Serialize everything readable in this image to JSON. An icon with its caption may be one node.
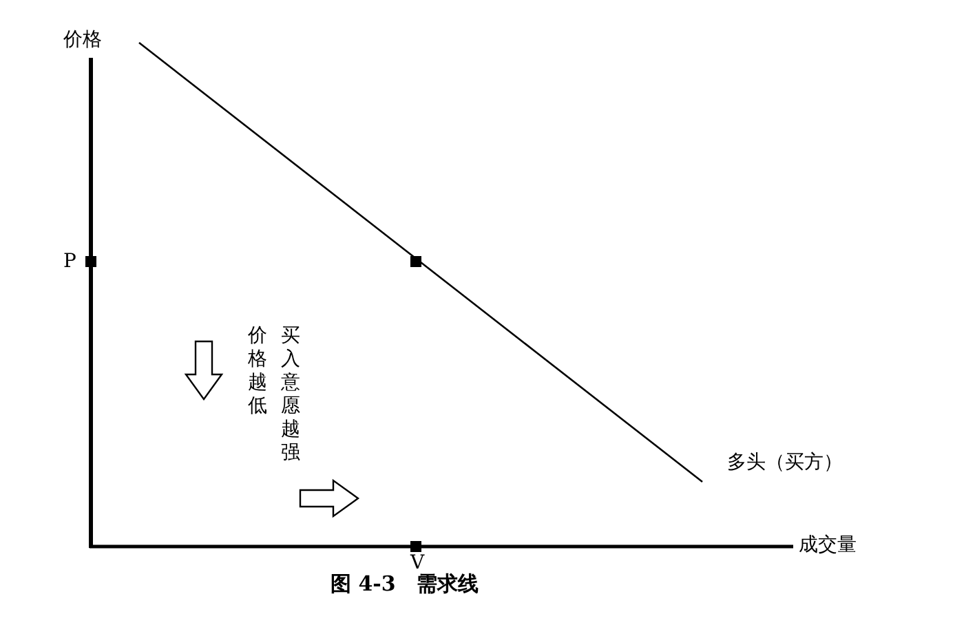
{
  "diagram": {
    "caption": "图 4-3　需求线",
    "labels": [
      "价格",
      "P",
      "价格越低",
      "买入意愿越强",
      "多头（买方）",
      "成交量",
      "V"
    ]
  }
}
